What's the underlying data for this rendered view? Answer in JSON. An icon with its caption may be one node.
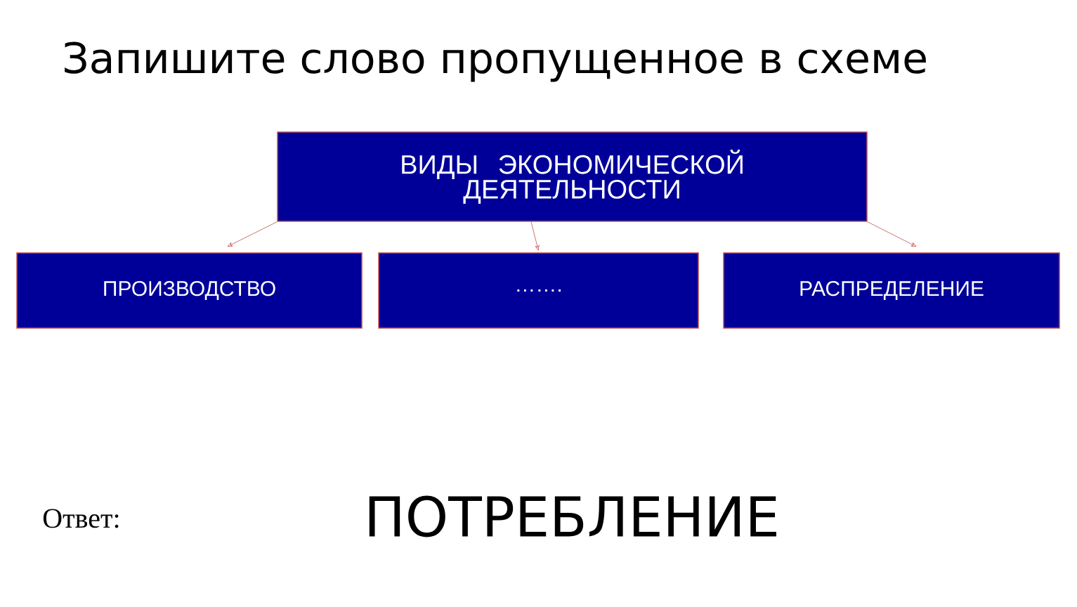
{
  "diagram": {
    "title": "Запишите слово пропущенное в схеме",
    "nodes": [
      {
        "text": [
          "ВИДЫ ЭКОНОМИЧЕСКОЙ ДЕЯТЕЛЬНОСТИ"
        ]
      },
      {
        "text": [
          "ПРОИЗВОДСТВО"
        ]
      },
      {
        "text": [
          "……."
        ]
      },
      {
        "text": [
          "РАСПРЕДЕЛЕНИЕ"
        ]
      }
    ],
    "edges": [
      {
        "from": 0,
        "to": 1,
        "arrow": "to"
      },
      {
        "from": 0,
        "to": 2,
        "arrow": "to"
      },
      {
        "from": 0,
        "to": 3,
        "arrow": "to"
      }
    ],
    "labels": [
      "Ответ:",
      "ПОТРЕБЛЕНИЕ"
    ]
  }
}
